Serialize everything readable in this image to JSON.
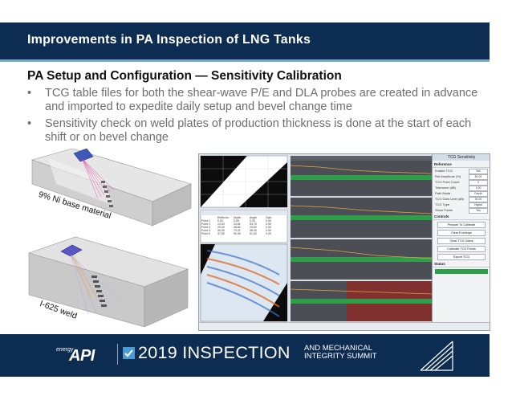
{
  "slide": {
    "title": "Improvements in PA Inspection of LNG Tanks",
    "heading": "PA Setup and Configuration — Sensitivity Calibration",
    "bullets": [
      "TCG table files for both the shear-wave P/E and DLA probes are created in advance and imported to expedite daily setup and bevel change time",
      "Sensitivity check on weld plates of production thickness is done at the start of each shift or on bevel change"
    ],
    "bullet_marker": "•"
  },
  "figure_labels": {
    "top": "9% Ni base material",
    "bottom": "I-625 weld"
  },
  "tcg_panel": {
    "title": "TCG Sensitivity",
    "sections": {
      "reference": "Reference",
      "controls": "Controls",
      "status": "Status"
    },
    "fields": [
      {
        "label": "Enable TCG",
        "value": "Yes"
      },
      {
        "label": "Ref Amplitude (%)",
        "value": "80.00"
      },
      {
        "label": "TCG Point Count",
        "value": "3"
      },
      {
        "label": "Tolerance (dB)",
        "value": "1.00"
      },
      {
        "label": "Path Mode",
        "value": "Depth"
      },
      {
        "label": "TCG Gain Limit (dB)",
        "value": "30.00"
      },
      {
        "label": "TCG Type",
        "value": "Digital"
      },
      {
        "label": "Show Points",
        "value": "Yes"
      }
    ],
    "buttons": [
      "Prepare To Calibrate",
      "Clear Envelope",
      "Clear TCG Gains",
      "Calibrate TCG Points",
      "Export TCG"
    ],
    "status_color": "#2e9e4a"
  },
  "point_table": {
    "headers": [
      "",
      "Reflector",
      "Depth",
      "Angle",
      "Gain"
    ],
    "rows": [
      [
        "Point 1",
        "0.00",
        "0.00",
        "0.00",
        "0.00"
      ],
      [
        "Point 2",
        "10.00",
        "24.61",
        "53.75",
        "0.00"
      ],
      [
        "Point 3",
        "20.00",
        "46.82",
        "29.50",
        "0.00"
      ],
      [
        "Point 4",
        "30.00",
        "70.21",
        "38.25",
        "0.00"
      ],
      [
        "Point 5",
        "37.80",
        "90.00",
        "51.00",
        "0.00"
      ]
    ]
  },
  "footer": {
    "energy": "energy",
    "api": "API",
    "event": "2019 INSPECTION",
    "subtitle_line1": "AND MECHANICAL",
    "subtitle_line2": "INTEGRITY SUMMIT"
  },
  "colors": {
    "navy": "#0d2c52",
    "accent": "#7ba8c9",
    "bullet_text": "#6d6e71",
    "ascan_green": "#2e9e4a",
    "gate_red": "#8b2a2a"
  },
  "icons": [
    "checkbox-icon",
    "summit-logo-icon"
  ]
}
